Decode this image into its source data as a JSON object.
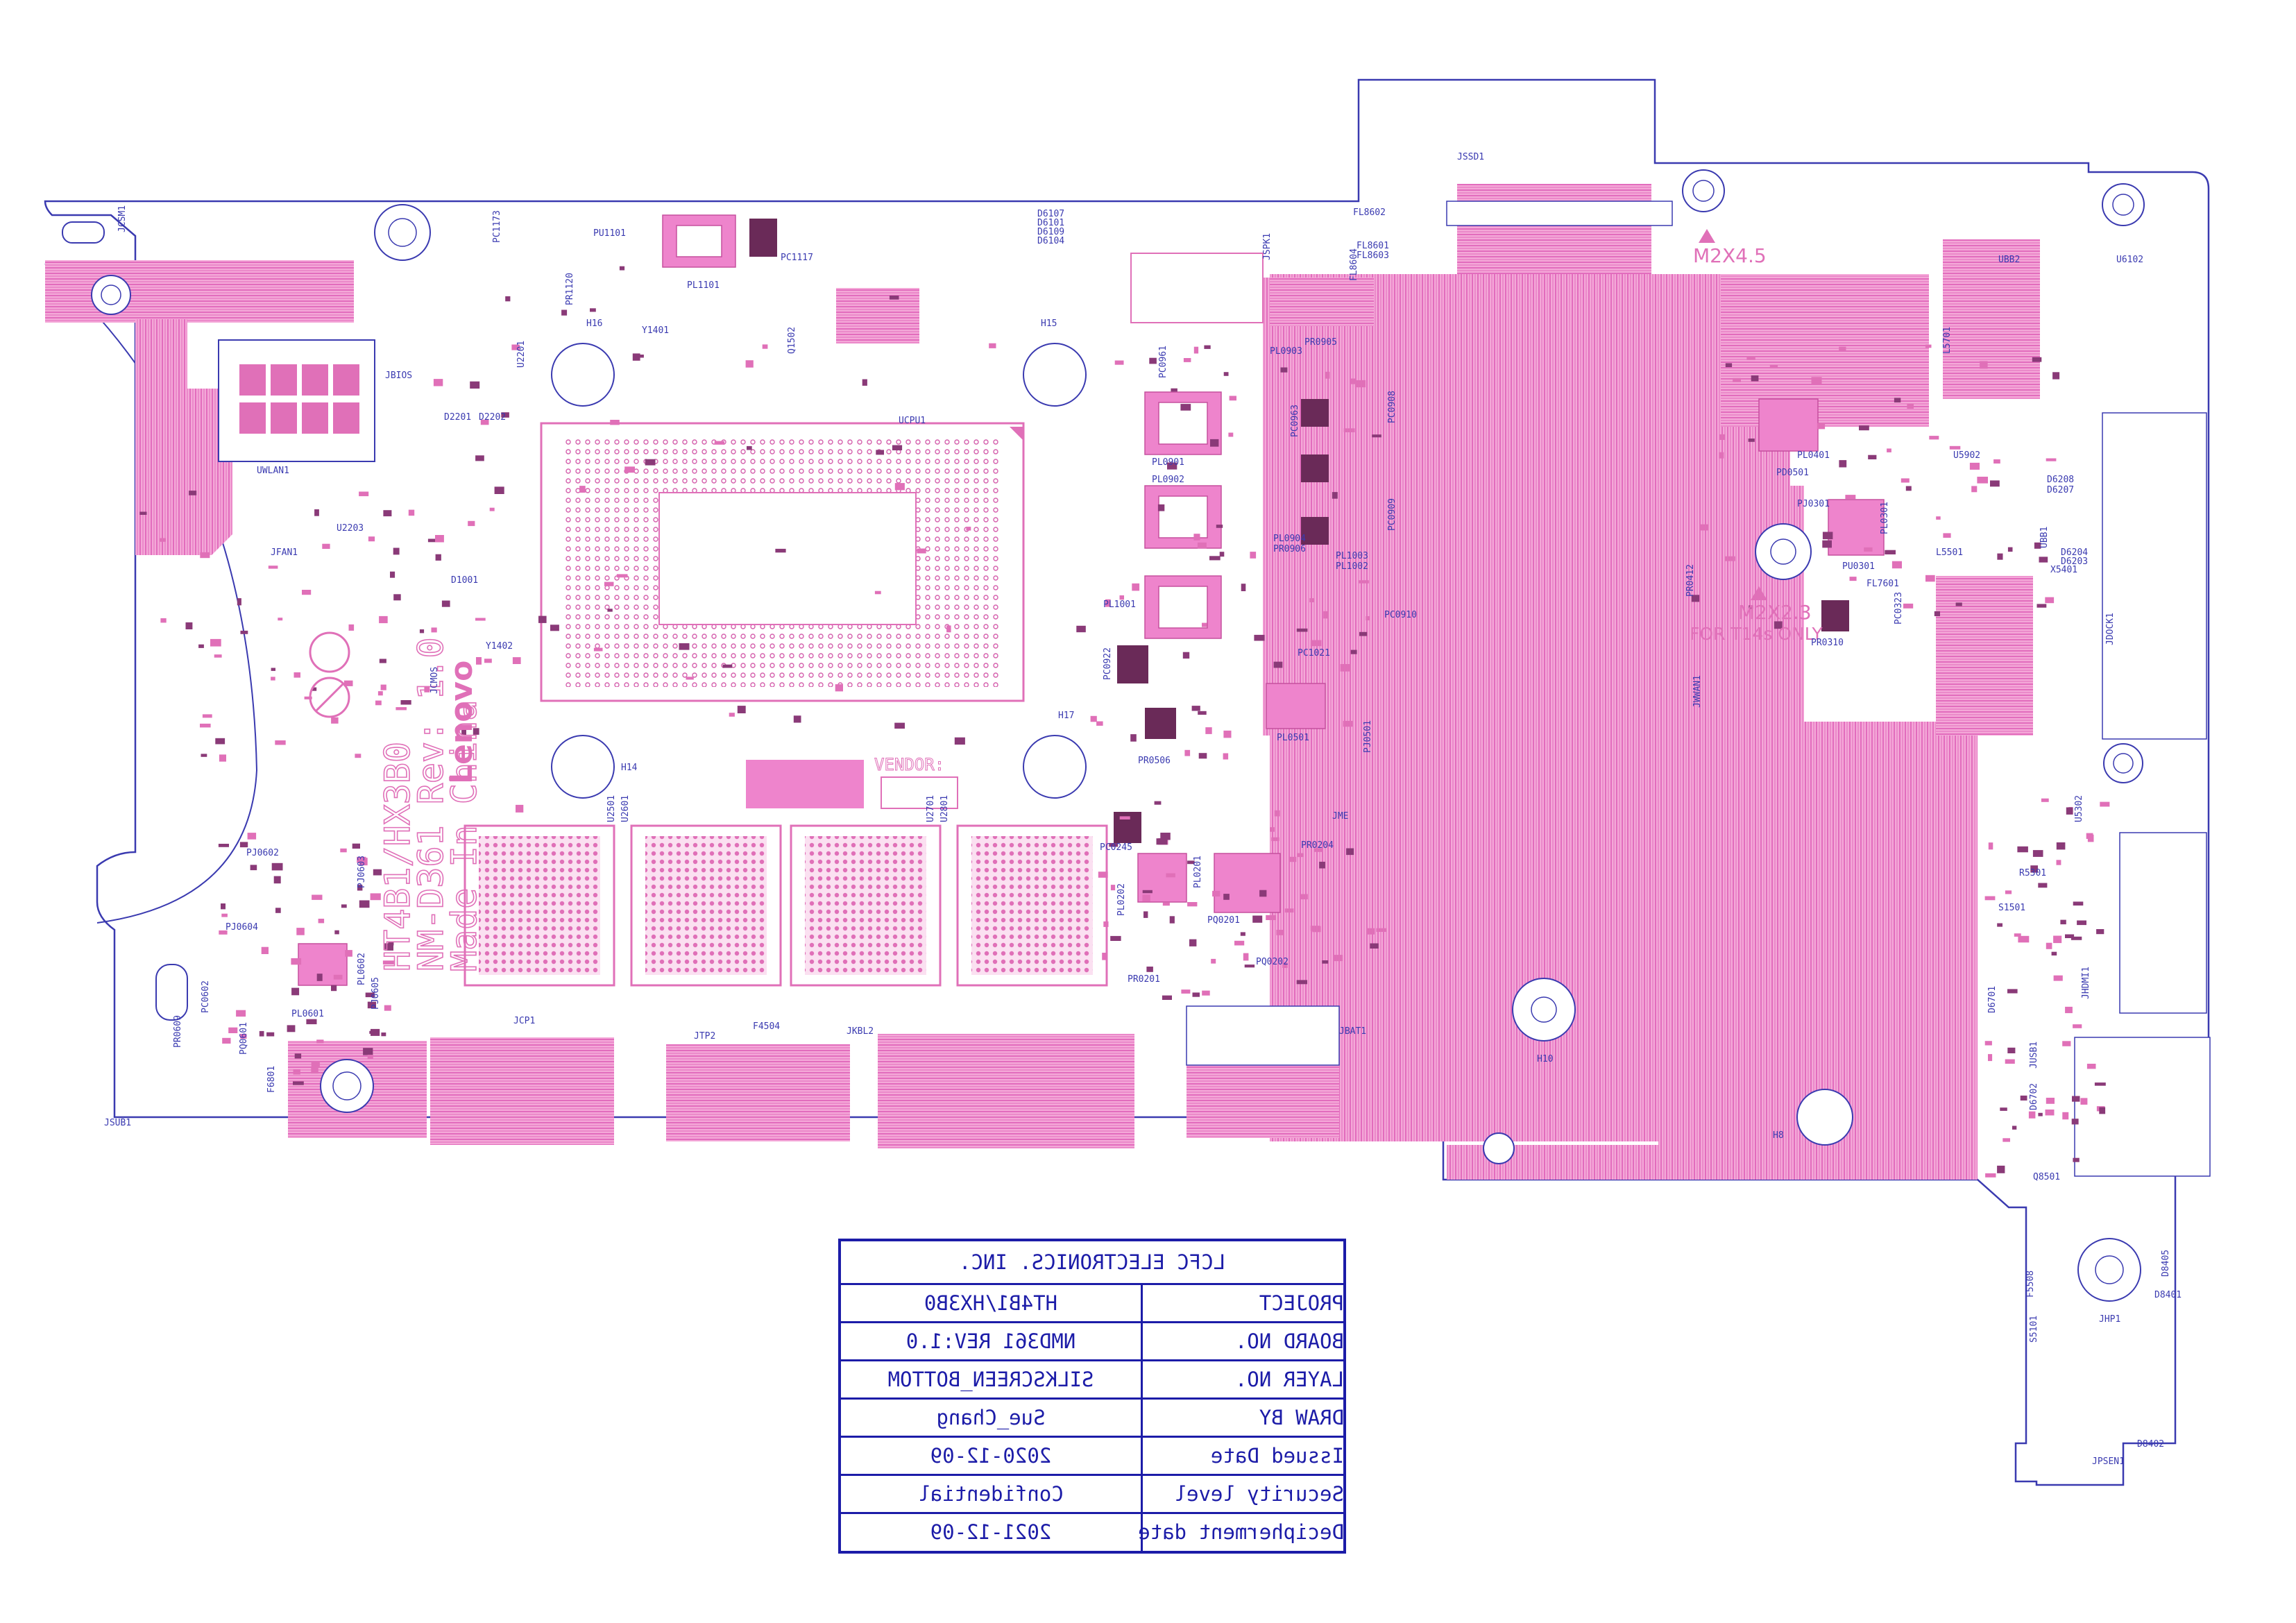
{
  "colors": {
    "outline": "#3a3ab0",
    "copper": "#ee84cc",
    "copper_light": "#f6b3de",
    "silk": "#e070b8",
    "title_block": "#1c1ca8"
  },
  "board_marking": {
    "project_line": "HT4B1/HX3B0",
    "board_line": "NM-D361 Rev: 1.0",
    "origin_line": "Made In China",
    "brand": "Lenovo",
    "vendor": "VENDOR:",
    "m2_long": "M2X4.5",
    "m2_short": "M2X2.3",
    "m2_note": "FOR T14s ONLY"
  },
  "connectors": [
    {
      "id": "JCSM1"
    },
    {
      "id": "JBIOS"
    },
    {
      "id": "JFAN1"
    },
    {
      "id": "JSUB1"
    },
    {
      "id": "JCP1"
    },
    {
      "id": "JTP2"
    },
    {
      "id": "JKBL2"
    },
    {
      "id": "JBAT1"
    },
    {
      "id": "JSSD1"
    },
    {
      "id": "JSPK1"
    },
    {
      "id": "JWWAN1"
    },
    {
      "id": "JDOCK1"
    },
    {
      "id": "JHDMI1"
    },
    {
      "id": "JUSB1"
    },
    {
      "id": "JHP1"
    },
    {
      "id": "JPSEN1"
    },
    {
      "id": "JME"
    }
  ],
  "chips": [
    {
      "id": "UCPU1"
    },
    {
      "id": "UWLAN1"
    },
    {
      "id": "U2203"
    },
    {
      "id": "U2201"
    },
    {
      "id": "U2501"
    },
    {
      "id": "U2601"
    },
    {
      "id": "U2701"
    },
    {
      "id": "U2801"
    },
    {
      "id": "UBB2"
    },
    {
      "id": "UBB1"
    },
    {
      "id": "U6102"
    },
    {
      "id": "U5302"
    },
    {
      "id": "U5902"
    },
    {
      "id": "PU1101"
    }
  ],
  "mounting_holes": [
    {
      "id": "H16"
    },
    {
      "id": "H15"
    },
    {
      "id": "H14"
    },
    {
      "id": "H17"
    },
    {
      "id": "H10"
    },
    {
      "id": "H8"
    }
  ],
  "ref_labels": [
    {
      "id": "PC1173"
    },
    {
      "id": "PL1101"
    },
    {
      "id": "PC1117"
    },
    {
      "id": "PR1120"
    },
    {
      "id": "Y1401"
    },
    {
      "id": "Q1502"
    },
    {
      "id": "D2201"
    },
    {
      "id": "D2202"
    },
    {
      "id": "D1001"
    },
    {
      "id": "Y1402"
    },
    {
      "id": "JCMOS"
    },
    {
      "id": "PJ0602"
    },
    {
      "id": "PJ0603"
    },
    {
      "id": "PJ0604"
    },
    {
      "id": "PL0602"
    },
    {
      "id": "PJ0605"
    },
    {
      "id": "PL0601"
    },
    {
      "id": "PC0602"
    },
    {
      "id": "PR0609"
    },
    {
      "id": "PQ0601"
    },
    {
      "id": "F6801"
    },
    {
      "id": "F4504"
    },
    {
      "id": "PC0961"
    },
    {
      "id": "PL0903"
    },
    {
      "id": "PR0905"
    },
    {
      "id": "PL0901"
    },
    {
      "id": "PL0902"
    },
    {
      "id": "PC0963"
    },
    {
      "id": "PL0904"
    },
    {
      "id": "PR0906"
    },
    {
      "id": "PC0908"
    },
    {
      "id": "PC0909"
    },
    {
      "id": "PC0910"
    },
    {
      "id": "PL1001"
    },
    {
      "id": "PL1003"
    },
    {
      "id": "PL1002"
    },
    {
      "id": "PC1021"
    },
    {
      "id": "PC0922"
    },
    {
      "id": "PR0506"
    },
    {
      "id": "PL0501"
    },
    {
      "id": "PJ0501"
    },
    {
      "id": "PC0245"
    },
    {
      "id": "PL0202"
    },
    {
      "id": "PL0201"
    },
    {
      "id": "PQ0201"
    },
    {
      "id": "PR0201"
    },
    {
      "id": "PQ0202"
    },
    {
      "id": "PR0204"
    },
    {
      "id": "FL8602"
    },
    {
      "id": "FL8601"
    },
    {
      "id": "FL8603"
    },
    {
      "id": "FL8604"
    },
    {
      "id": "D6107"
    },
    {
      "id": "D6101"
    },
    {
      "id": "D6109"
    },
    {
      "id": "D6104"
    },
    {
      "id": "PL0401"
    },
    {
      "id": "PD0501"
    },
    {
      "id": "PJ0301"
    },
    {
      "id": "PL0301"
    },
    {
      "id": "PU0301"
    },
    {
      "id": "PR0412"
    },
    {
      "id": "PR0310"
    },
    {
      "id": "FL7601"
    },
    {
      "id": "PC0323"
    },
    {
      "id": "L5701"
    },
    {
      "id": "L5501"
    },
    {
      "id": "D6208"
    },
    {
      "id": "D6207"
    },
    {
      "id": "D6204"
    },
    {
      "id": "D6203"
    },
    {
      "id": "X5401"
    },
    {
      "id": "R5301"
    },
    {
      "id": "S1501"
    },
    {
      "id": "D6701"
    },
    {
      "id": "D6702"
    },
    {
      "id": "Q8501"
    },
    {
      "id": "F5508"
    },
    {
      "id": "S5101"
    },
    {
      "id": "D8405"
    },
    {
      "id": "D8401"
    },
    {
      "id": "D8402"
    }
  ],
  "title_block": {
    "company": "LCFC ELECTRONICS. INC.",
    "rows": [
      {
        "label": "PROJECT",
        "value": "HT4B1/HX3B0"
      },
      {
        "label": "BOARD NO.",
        "value": "NMD361   REV:1.0"
      },
      {
        "label": "LAYER NO.",
        "value": "SILKSCREEN_BOTTOM"
      },
      {
        "label": "DRAW BY",
        "value": "Sue_Chang"
      },
      {
        "label": "Issued  Date",
        "value": "2020-12-09"
      },
      {
        "label": "Security level",
        "value": "Confidential"
      },
      {
        "label": "Decipherment date",
        "value": "2021-12-09"
      }
    ]
  }
}
